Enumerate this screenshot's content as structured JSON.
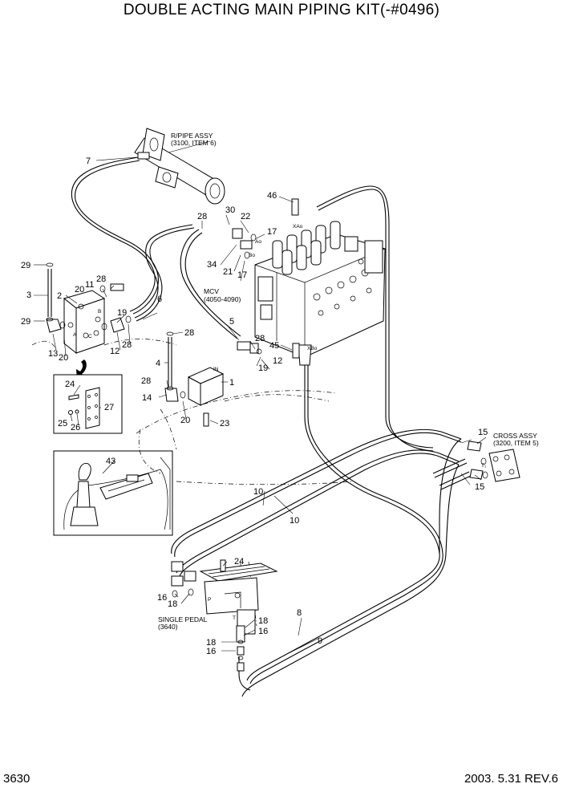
{
  "header": {
    "title": "DOUBLE ACTING MAIN PIPING KIT(-#0496)"
  },
  "footer": {
    "page_number": "3630",
    "revision": "2003. 5.31  REV.6"
  },
  "notes": {
    "rpipe_line1": "R/PIPE ASSY",
    "rpipe_line2": "(3100, ITEM 6)",
    "mcv_line1": "MCV",
    "mcv_line2": "(4050-4090)",
    "cross_line1": "CROSS ASSY",
    "cross_line2": "(3200, ITEM 5)",
    "pedal_line1": "SINGLE PEDAL",
    "pedal_line2": "(3640)"
  },
  "port_labels": {
    "xao": "XAo",
    "ao": "Ao",
    "bo": "Bo",
    "xbo": "XBo",
    "a": "A",
    "b": "B",
    "c": "C",
    "in": "IN",
    "p": "P",
    "t": "T",
    "tr": "T₁"
  },
  "callouts": {
    "c1": "1",
    "c2": "2",
    "c3": "3",
    "c4": "4",
    "c5": "5",
    "c6": "6",
    "c7": "7",
    "c8": "8",
    "c9": "9",
    "c10a": "10",
    "c10b": "10",
    "c11": "11",
    "c12a": "12",
    "c12b": "12",
    "c13": "13",
    "c14": "14",
    "c15a": "15",
    "c15b": "15",
    "c16a": "16",
    "c16b": "16",
    "c16c": "16",
    "c17a": "17",
    "c17b": "17",
    "c18a": "18",
    "c18b": "18",
    "c18c": "18",
    "c19a": "19",
    "c19b": "19",
    "c20a": "20",
    "c20b": "20",
    "c20c": "20",
    "c21": "21",
    "c22": "22",
    "c23": "23",
    "c24a": "24",
    "c24b": "24",
    "c25": "25",
    "c26": "26",
    "c27": "27",
    "c28a": "28",
    "c28b": "28",
    "c28c": "28",
    "c28d": "28",
    "c28e": "28",
    "c29a": "29",
    "c29b": "29",
    "c30": "30",
    "c34": "34",
    "c43": "43",
    "c45": "45",
    "c46": "46"
  }
}
